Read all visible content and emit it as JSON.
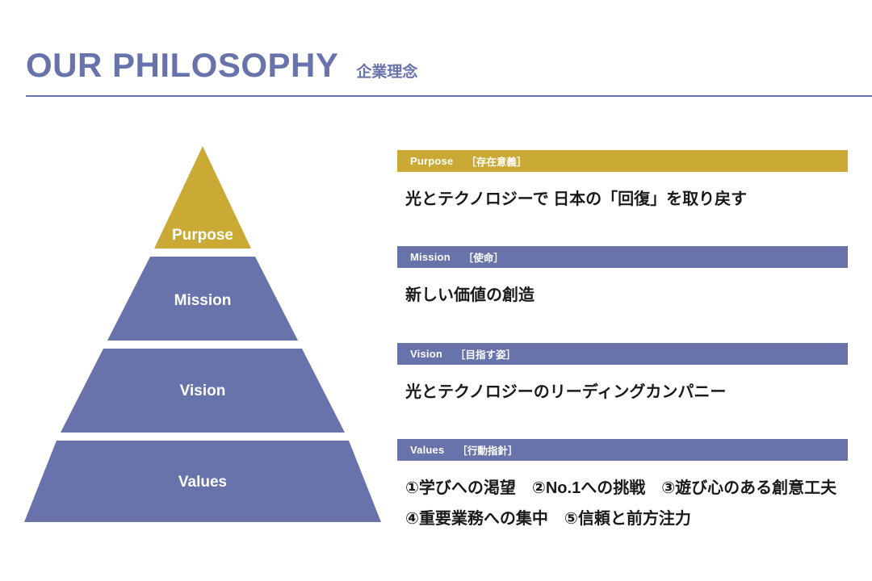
{
  "header": {
    "title": "OUR PHILOSOPHY",
    "subtitle": "企業理念",
    "accent_color": "#6872ab"
  },
  "pyramid": {
    "tiers": [
      {
        "label": "Purpose",
        "color": "#caa935"
      },
      {
        "label": "Mission",
        "color": "#6872ab"
      },
      {
        "label": "Vision",
        "color": "#6872ab"
      },
      {
        "label": "Values",
        "color": "#6872ab"
      }
    ]
  },
  "sections": [
    {
      "en": "Purpose",
      "jp": "［存在意義］",
      "bar_color": "#caa935",
      "lines": [
        "光とテクノロジーで 日本の「回復」を取り戻す"
      ]
    },
    {
      "en": "Mission",
      "jp": "［使命］",
      "bar_color": "#6872ab",
      "lines": [
        "新しい価値の創造"
      ]
    },
    {
      "en": "Vision",
      "jp": "［目指す姿］",
      "bar_color": "#6872ab",
      "lines": [
        "光とテクノロジーのリーディングカンパニー"
      ]
    },
    {
      "en": "Values",
      "jp": "［行動指針］",
      "bar_color": "#6872ab",
      "lines": [
        "①学びへの渇望　②No.1への挑戦　③遊び心のある創意工夫",
        "④重要業務への集中　⑤信頼と前方注力"
      ]
    }
  ]
}
